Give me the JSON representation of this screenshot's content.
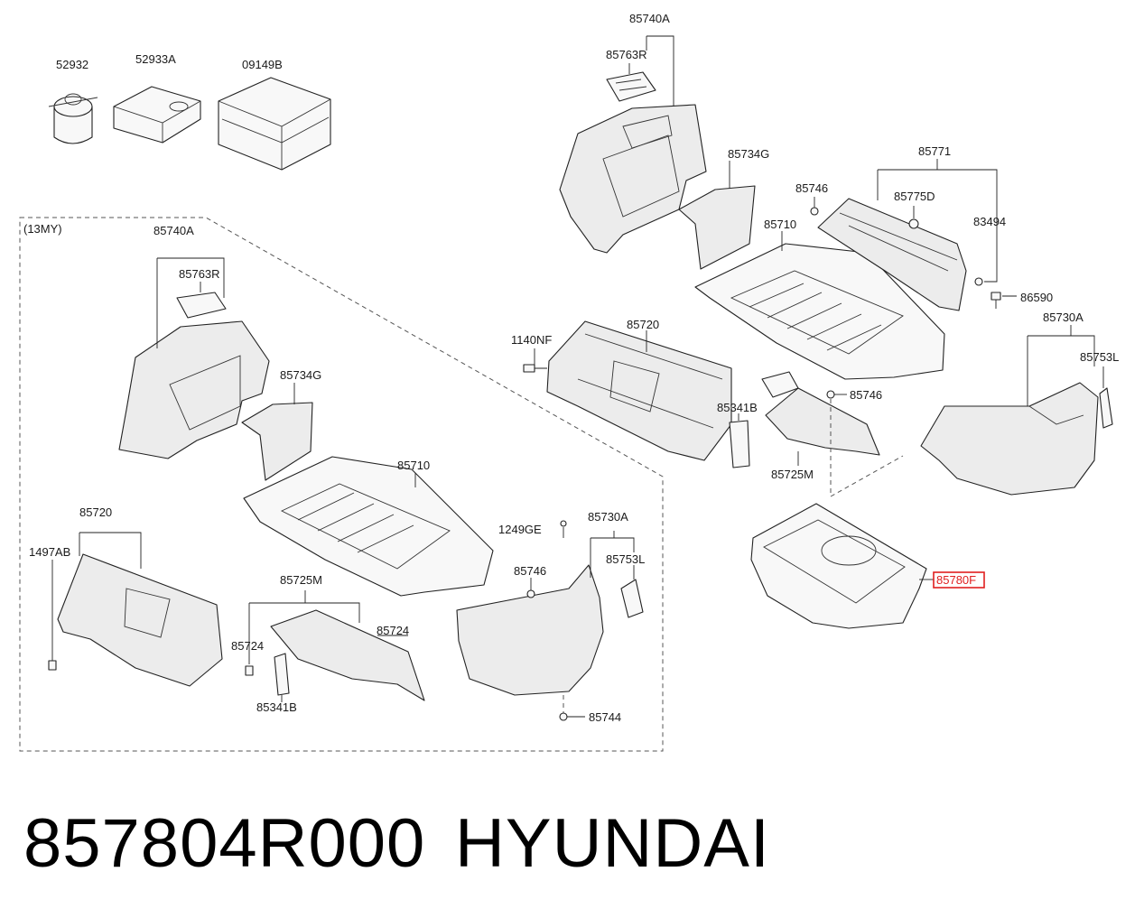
{
  "diagram": {
    "group_label": "(13MY)",
    "highlight_part": "85780F",
    "labels": {
      "p52932": "52932",
      "p52933A": "52933A",
      "p09149B": "09149B",
      "top_85740A": "85740A",
      "top_85763R": "85763R",
      "top_85734G": "85734G",
      "top_85746a": "85746",
      "top_85771": "85771",
      "top_85775D": "85775D",
      "top_83494": "83494",
      "top_85710": "85710",
      "top_86590": "86590",
      "top_85730A": "85730A",
      "top_85753L": "85753L",
      "top_1140NF": "1140NF",
      "top_85720": "85720",
      "top_85746b": "85746",
      "top_85341B": "85341B",
      "top_85725M": "85725M",
      "my_85740A": "85740A",
      "my_85763R": "85763R",
      "my_85734G": "85734G",
      "my_85710": "85710",
      "my_85720": "85720",
      "my_1497AB": "1497AB",
      "my_1249GE": "1249GE",
      "my_85730A": "85730A",
      "my_85746": "85746",
      "my_85753L": "85753L",
      "my_85725M": "85725M",
      "my_85724a": "85724",
      "my_85724b": "85724",
      "my_85341B": "85341B",
      "my_85744": "85744"
    }
  },
  "footer": {
    "part_number": "857804R000",
    "brand": "HYUNDAI"
  }
}
